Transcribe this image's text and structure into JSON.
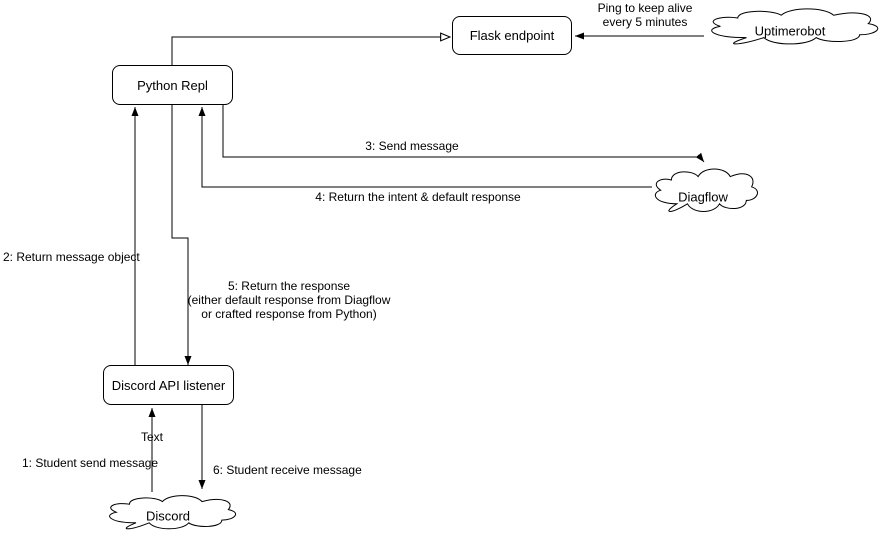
{
  "nodes": {
    "flask": "Flask endpoint",
    "python_repl": "Python Repl",
    "discord_api": "Discord API listener",
    "uptimerobot": "Uptimerobot",
    "diagflow": "Diagflow",
    "discord": "Discord"
  },
  "edges": {
    "ping": "Ping to keep alive\nevery 5 minutes",
    "step1": "1: Student send message",
    "step2": "2: Return message object",
    "step3": "3: Send message",
    "step4": "4: Return the intent & default response",
    "step5": "5: Return the response\n(either default response from Diagflow\nor crafted response from Python)",
    "step6": "6: Student receive message",
    "text": "Text"
  },
  "colors": {
    "stroke": "#000000",
    "node_fill": "#ffffff",
    "background": "#ffffff",
    "text": "#000000"
  }
}
